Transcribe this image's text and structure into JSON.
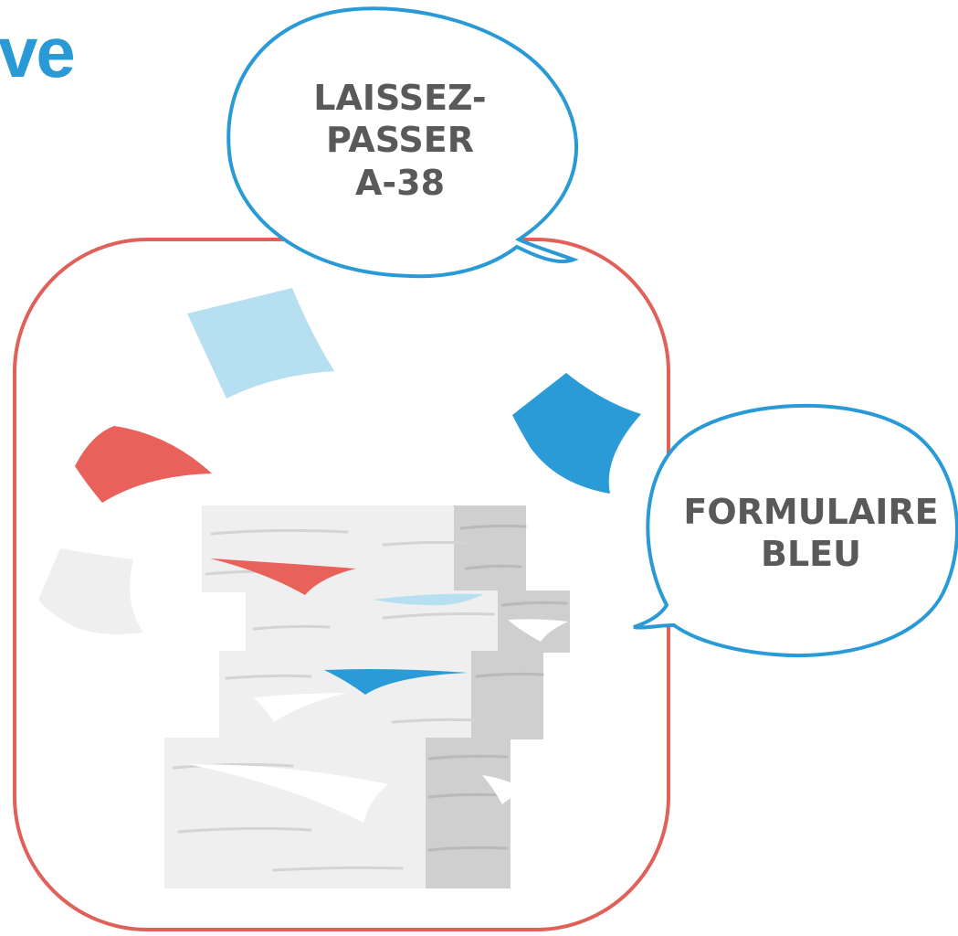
{
  "title_fragment": "ve",
  "bubbles": [
    {
      "lines": [
        "LAISSEZ-",
        "PASSER",
        "A-38"
      ]
    },
    {
      "lines": [
        "FORMULAIRE",
        "BLEU"
      ]
    }
  ],
  "colors": {
    "accent_blue": "#2a9ad6",
    "frame_red": "#e0605a",
    "paper_red": "#e8615b",
    "paper_light_blue": "#b7dff2",
    "paper_blue": "#2b9bd8",
    "paper_light": "#efefef",
    "paper_side": "#cfcfcf",
    "text_gray": "#595959"
  },
  "illustration": {
    "frame_icon": "rounded-frame",
    "stack_icon": "paper-stack-icon",
    "sheet_icons": [
      "light-blue-sheet-icon",
      "blue-sheet-icon",
      "red-sheet-icon",
      "gray-sheet-icon"
    ],
    "bubble_icons": [
      "speech-bubble-icon",
      "speech-bubble-icon"
    ]
  }
}
